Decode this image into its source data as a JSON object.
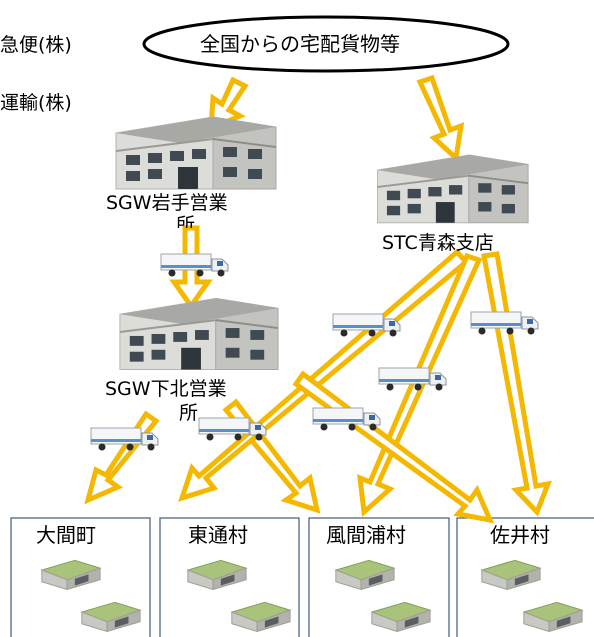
{
  "operators": {
    "sagawa": "急便(株)",
    "seino": "運輸(株)"
  },
  "source": "全国からの宅配貨物等",
  "depots": {
    "iwate": "SGW岩手営業",
    "iwate_wrap": "所",
    "aomori": "STC青森支店",
    "shimokita": "SGW下北営業",
    "shimokita_wrap": "所"
  },
  "villages": [
    "大間町",
    "東通村",
    "風間浦村",
    "佐井村"
  ],
  "colors": {
    "arrow_fill": "#ffffff",
    "arrow_stroke": "#f5b800",
    "box_border": "#3e5a78",
    "truck_stripe": "#5b8fc9",
    "building_wall": "#d8d8d4",
    "roof_green": "#a9c47a"
  }
}
